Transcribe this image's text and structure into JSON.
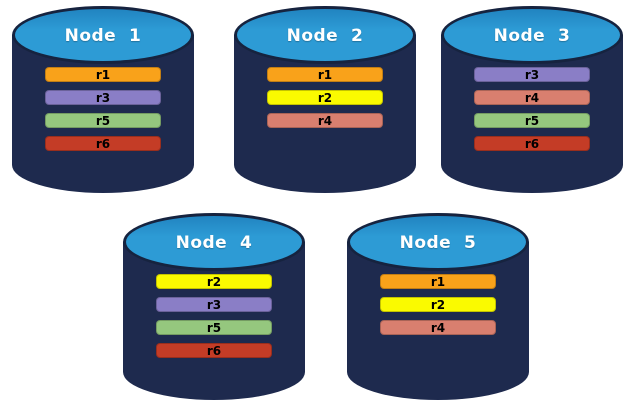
{
  "diagram": {
    "description": "Five database nodes with replica placement",
    "replica_colors": {
      "r1": "#f9a21a",
      "r2": "#fafa00",
      "r3": "#8a7ec6",
      "r4": "#d97f6f",
      "r5": "#95c77e",
      "r6": "#c43c26"
    },
    "colors": {
      "cylinder_body": "#1e2a4e",
      "cylinder_top": "#2d9bd5",
      "cylinder_outline": "#16233f",
      "background": "#ffffff",
      "title_text": "#ffffff",
      "replica_text": "#000000"
    },
    "nodes": [
      {
        "label": "Node  1",
        "replicas": [
          "r1",
          "r3",
          "r5",
          "r6"
        ]
      },
      {
        "label": "Node  2",
        "replicas": [
          "r1",
          "r2",
          "r4"
        ]
      },
      {
        "label": "Node  3",
        "replicas": [
          "r3",
          "r4",
          "r5",
          "r6"
        ]
      },
      {
        "label": "Node  4",
        "replicas": [
          "r2",
          "r3",
          "r5",
          "r6"
        ]
      },
      {
        "label": "Node  5",
        "replicas": [
          "r1",
          "r2",
          "r4"
        ]
      }
    ]
  }
}
